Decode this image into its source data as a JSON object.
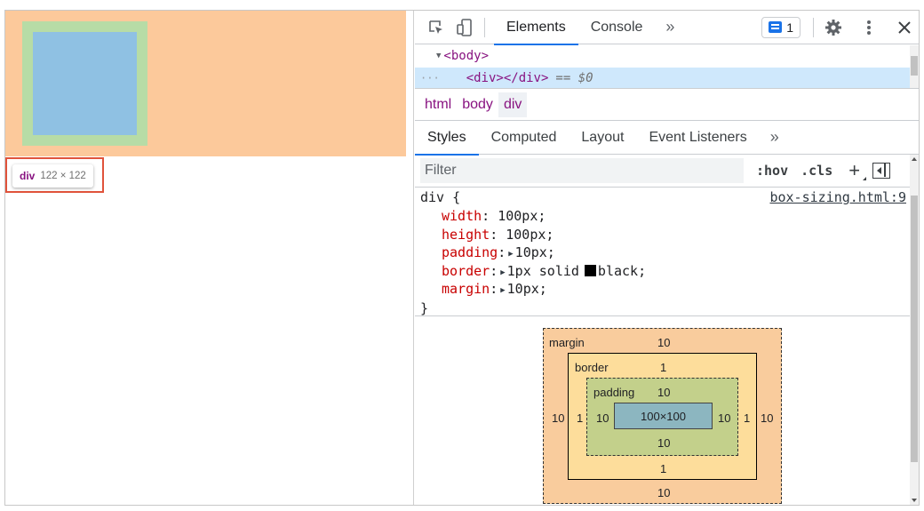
{
  "tooltip": {
    "tag": "div",
    "size": "122 × 122"
  },
  "toolbar": {
    "tabs": [
      "Elements",
      "Console"
    ],
    "more": "»",
    "issues_count": "1"
  },
  "dom": {
    "body_tag": "<body>",
    "dots": "···",
    "div_tag": "<div></div>",
    "eq": "== $0"
  },
  "breadcrumb": [
    "html",
    "body",
    "div"
  ],
  "subtabs": [
    "Styles",
    "Computed",
    "Layout",
    "Event Listeners"
  ],
  "filter": {
    "placeholder": "Filter",
    "hov": ":hov",
    "cls": ".cls",
    "plus": "+"
  },
  "rule": {
    "selector": "div {",
    "source": "box-sizing.html:9",
    "props": [
      {
        "name": "width",
        "value": "100px;"
      },
      {
        "name": "height",
        "value": "100px;"
      },
      {
        "name": "padding",
        "value": "10px;"
      },
      {
        "name": "border",
        "value_pre": "1px solid",
        "value_post": "black;"
      },
      {
        "name": "margin",
        "value": "10px;"
      }
    ],
    "close": "}"
  },
  "box_model": {
    "margin_label": "margin",
    "margin_top": "10",
    "margin_bottom": "10",
    "margin_left": "10",
    "margin_right": "10",
    "border_label": "border",
    "border_top": "1",
    "border_bottom": "1",
    "border_left": "1",
    "border_right": "1",
    "padding_label": "padding",
    "padding_top": "10",
    "padding_bottom": "10",
    "padding_left": "10",
    "padding_right": "10",
    "content": "100×100"
  },
  "colors": {
    "margin_highlight": "#fcc99b",
    "padding_highlight": "#b7dca6",
    "content_highlight": "#8fc1e3",
    "accent": "#1a73e8",
    "tag": "#881280",
    "property": "#c80000"
  }
}
